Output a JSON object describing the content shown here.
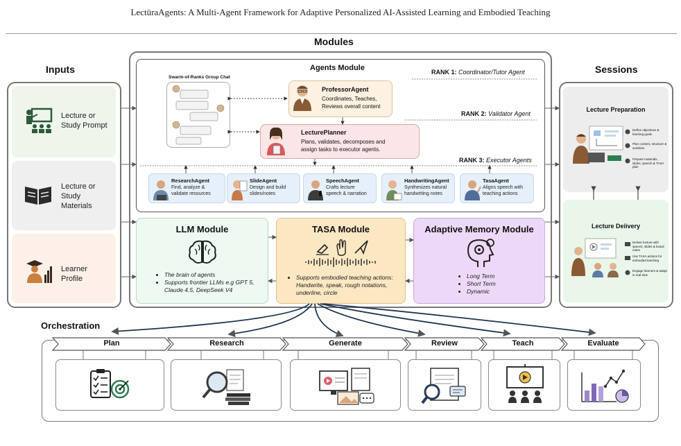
{
  "paper_title": "LectūraAgents: A Multi-Agent Framework for Adaptive Personalized AI-Assisted Learning and Embodied Teaching",
  "sections": {
    "modules": "Modules",
    "inputs": "Inputs",
    "sessions": "Sessions",
    "orchestration": "Orchestration"
  },
  "inputs": [
    {
      "label_1": "Lecture or",
      "label_2": "Study Prompt",
      "icon": "teacher-board-icon"
    },
    {
      "label_1": "Lecture or",
      "label_2": "Study",
      "label_3": "Materials",
      "icon": "open-book-icon"
    },
    {
      "label_1": "Learner",
      "label_2": "Profile",
      "icon": "graduate-chart-icon"
    }
  ],
  "agents_module": {
    "title": "Agents Module",
    "group_chat": "Swarm-of-Ranks Group Chat",
    "ranks": [
      {
        "label": "RANK 1:",
        "role": "Coordinator/Tutor  Agent"
      },
      {
        "label": "RANK 2:",
        "role": "Validator Agent"
      },
      {
        "label": "RANK 3:",
        "role": "Executor Agents"
      }
    ],
    "professor": {
      "name": "ProfessorAgent",
      "desc_1": "Coordinates, Teaches,",
      "desc_2": "Reviews overall content"
    },
    "planner": {
      "name": "LecturePlanner",
      "desc_1": "Plans, validates, decomposes and",
      "desc_2": "assign tasks to executor agents."
    },
    "executors": [
      {
        "name": "ResearchAgent",
        "desc_1": "Find, analyze &",
        "desc_2": "validate resources"
      },
      {
        "name": "SlideAgent",
        "desc_1": "Design and build",
        "desc_2": "slides/notes"
      },
      {
        "name": "SpeechAgent",
        "desc_1": "Crafts lecture",
        "desc_2": "speech & narration"
      },
      {
        "name": "HandwritingAgent",
        "desc_1": "Synthesizes natural",
        "desc_2": "handwriting notes"
      },
      {
        "name": "TasaAgent",
        "desc_1": "Aligns speech with",
        "desc_2": "teaching actions"
      }
    ]
  },
  "llm_module": {
    "title": "LLM Module",
    "bullets": [
      "The brain of agents",
      "Supports frontier LLMs e.g GPT 5, Claude 4.5, DeepSeek V4"
    ]
  },
  "tasa_module": {
    "title": "TASA Module",
    "bullets": [
      "Supports embodied teaching actions: Handwrite, speak, rough notations, underline, circle"
    ]
  },
  "memory_module": {
    "title": "Adaptive Memory  Module",
    "bullets": [
      "Long Term",
      "Short Term",
      "Dynamic"
    ]
  },
  "sessions": {
    "preparation": {
      "title": "Lecture Preparation",
      "items": [
        "Define objectives & learning goals",
        "Plan content, structure & activities",
        "Prepare materials, slides, speech & TASA plan"
      ]
    },
    "delivery": {
      "title": "Lecture Deiivery",
      "items": [
        "Deliver lecture with speech, slides & board notes",
        "Use TASA actions for embodied teaching",
        "Engage learners & adapt in real time"
      ]
    }
  },
  "orchestration": {
    "stages": [
      "Plan",
      "Research",
      "Generate",
      "Review",
      "Teach",
      "Evaluate"
    ],
    "icons": [
      "checklist-target-icon",
      "magnifier-documents-icon",
      "media-content-icon",
      "review-document-icon",
      "presentation-audience-icon",
      "analytics-chart-icon"
    ]
  },
  "colors": {
    "green": "#eef6ec",
    "gray": "#efefef",
    "peach": "#fdf0e8",
    "agent_blue": "#e6f0fa",
    "professor": "#fdf1e1",
    "planner": "#fbe5e6",
    "llm": "#eef9f2",
    "tasa": "#fbe7c1",
    "memory": "#ecd9f8",
    "session_prep": "#ededed",
    "session_del": "#e9f6e9"
  }
}
